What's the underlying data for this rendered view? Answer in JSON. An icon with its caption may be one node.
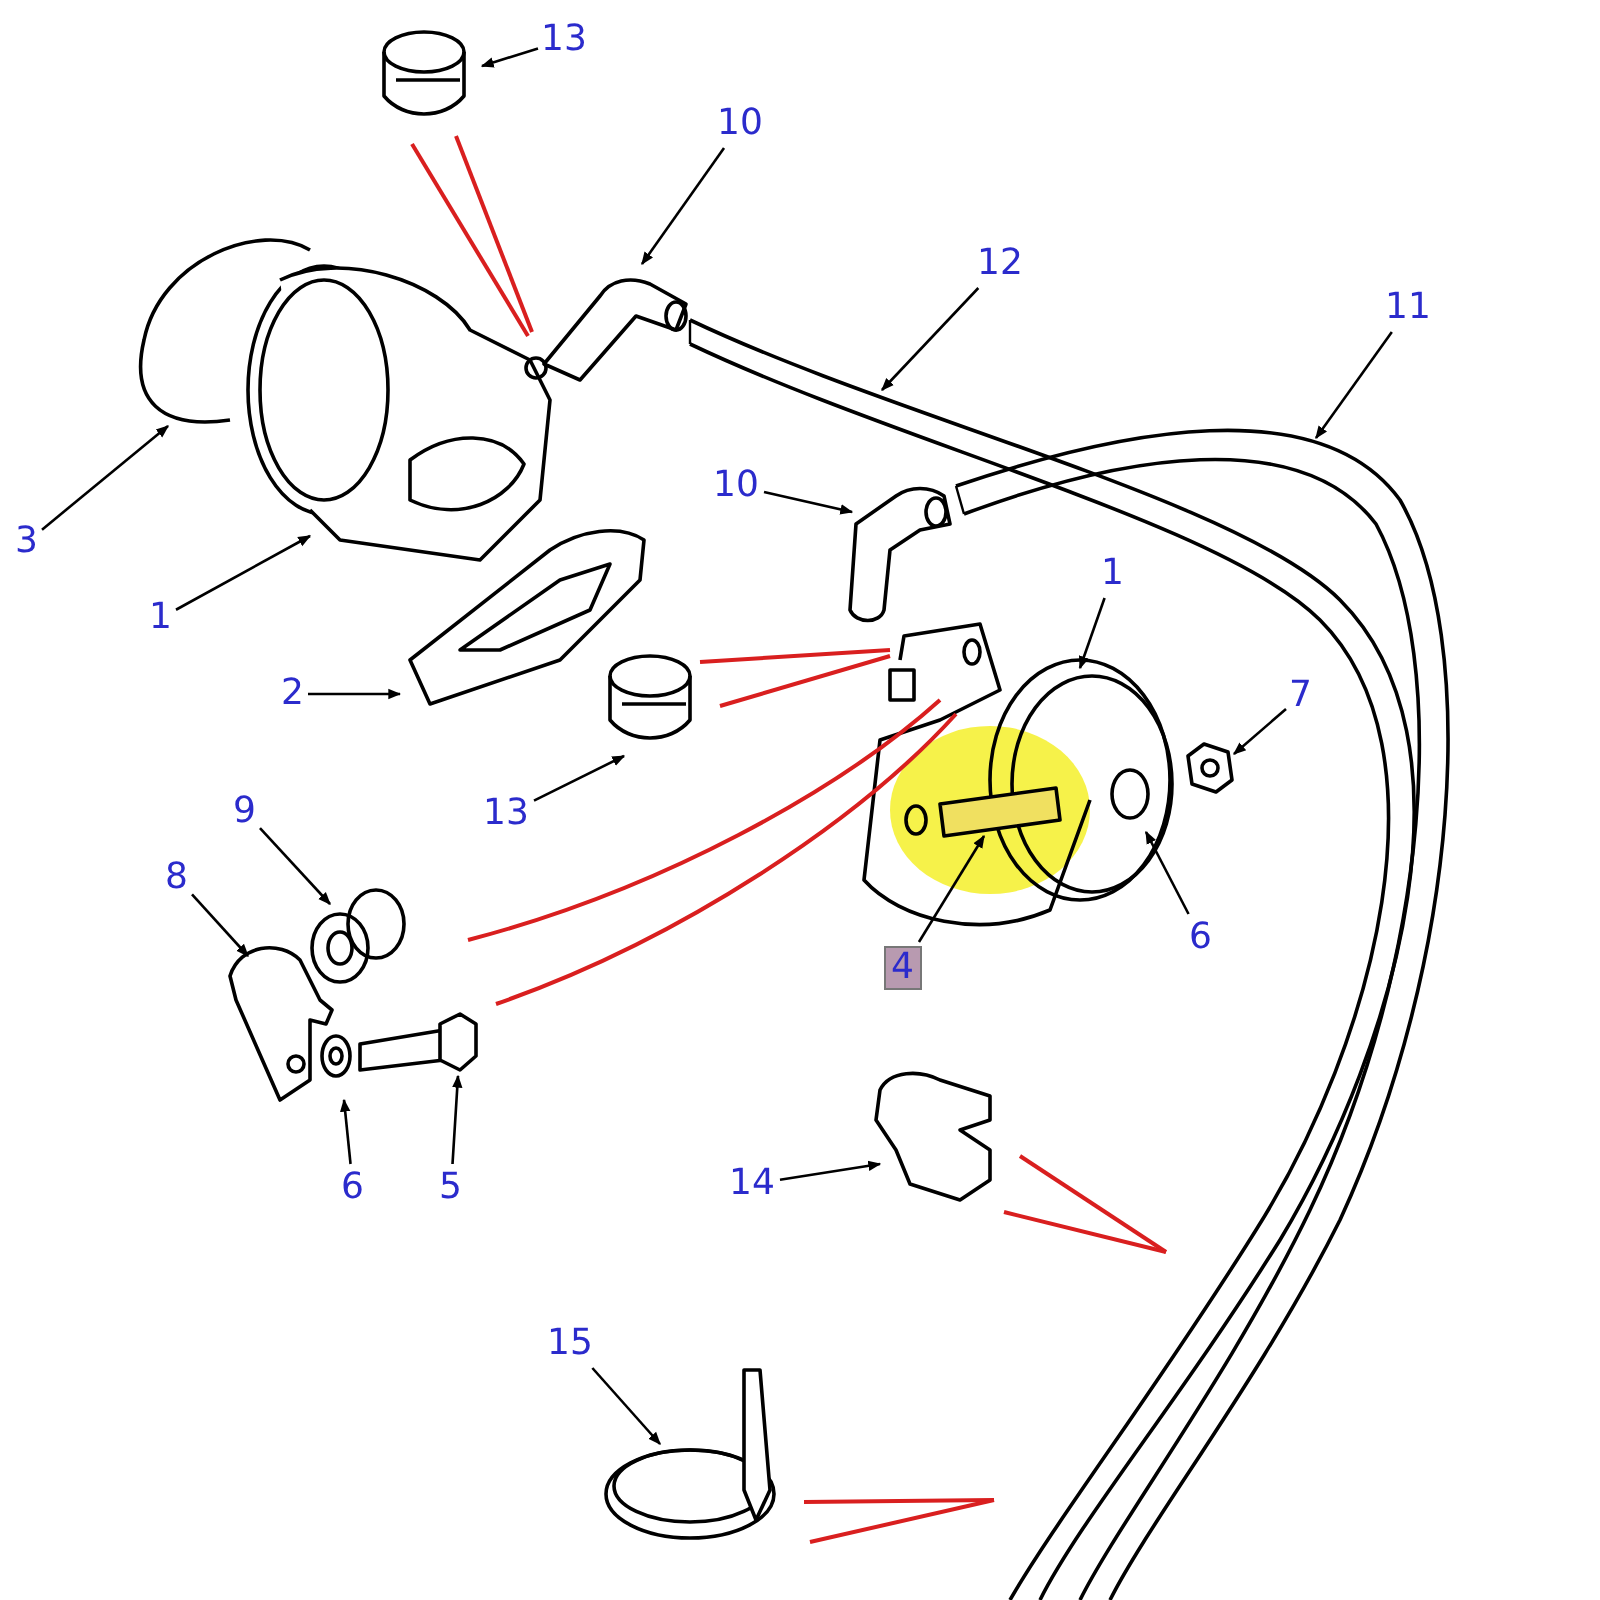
{
  "diagram": {
    "nodes": [
      {
        "text": [
          "13"
        ]
      },
      {
        "text": [
          "10"
        ]
      },
      {
        "text": [
          "12"
        ]
      },
      {
        "text": [
          "11"
        ]
      },
      {
        "text": [
          "3"
        ]
      },
      {
        "text": [
          "1"
        ]
      },
      {
        "text": [
          "10"
        ]
      },
      {
        "text": [
          "1"
        ]
      },
      {
        "text": [
          "2"
        ]
      },
      {
        "text": [
          "13"
        ]
      },
      {
        "text": [
          "7"
        ]
      },
      {
        "text": [
          "9"
        ]
      },
      {
        "text": [
          "8"
        ]
      },
      {
        "text": [
          "4"
        ]
      },
      {
        "text": [
          "6"
        ]
      },
      {
        "text": [
          "6"
        ]
      },
      {
        "text": [
          "5"
        ]
      },
      {
        "text": [
          "14"
        ]
      },
      {
        "text": [
          "15"
        ]
      }
    ],
    "edges": [
      {
        "from": 0,
        "to": null,
        "arrow": "to"
      },
      {
        "from": 1,
        "to": null,
        "arrow": "to"
      },
      {
        "from": 2,
        "to": null,
        "arrow": "to"
      },
      {
        "from": 3,
        "to": null,
        "arrow": "to"
      },
      {
        "from": 4,
        "to": null,
        "arrow": "to"
      },
      {
        "from": 5,
        "to": null,
        "arrow": "to"
      },
      {
        "from": 6,
        "to": null,
        "arrow": "to"
      },
      {
        "from": 7,
        "to": null,
        "arrow": "to"
      },
      {
        "from": 8,
        "to": null,
        "arrow": "to"
      },
      {
        "from": 9,
        "to": null,
        "arrow": "to"
      },
      {
        "from": 10,
        "to": null,
        "arrow": "to"
      },
      {
        "from": 11,
        "to": null,
        "arrow": "to"
      },
      {
        "from": 12,
        "to": null,
        "arrow": "to"
      },
      {
        "from": 13,
        "to": null,
        "arrow": "to"
      },
      {
        "from": 14,
        "to": null,
        "arrow": "to"
      },
      {
        "from": 15,
        "to": null,
        "arrow": "to"
      },
      {
        "from": 16,
        "to": null,
        "arrow": "to"
      },
      {
        "from": 17,
        "to": null,
        "arrow": "to"
      },
      {
        "from": 18,
        "to": null,
        "arrow": "to"
      }
    ]
  }
}
